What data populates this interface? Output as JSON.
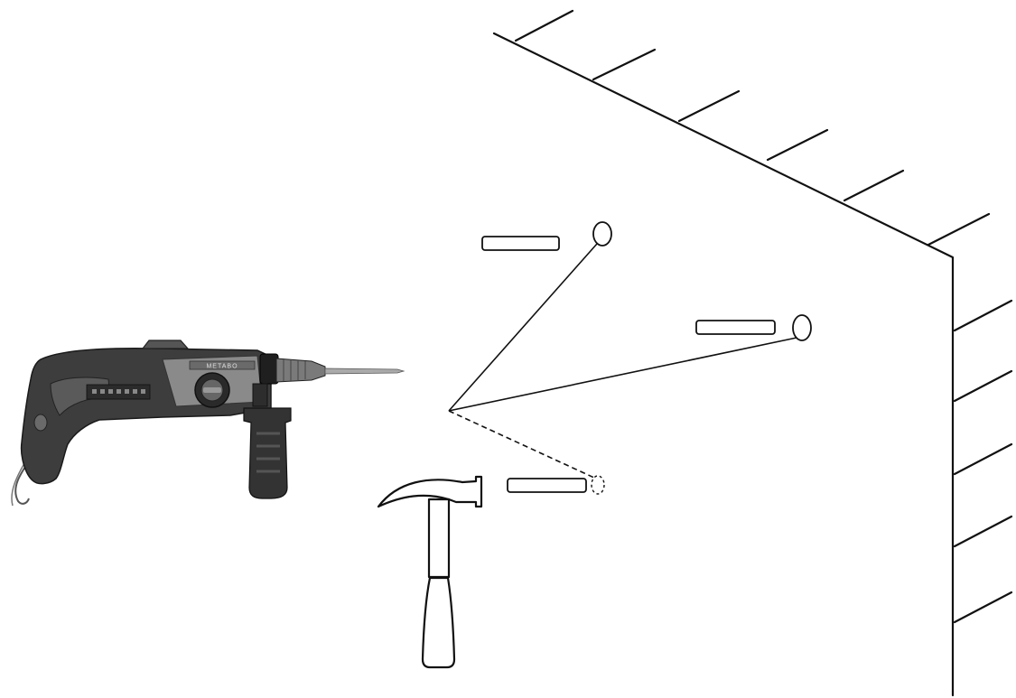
{
  "diagram": {
    "objects": [
      {
        "name": "electric-drill",
        "kind": "impact drill, shown as picture",
        "icon": "drill-icon"
      },
      {
        "name": "hammer",
        "kind": "claw hammer, shown as outline",
        "icon": "hammer-icon"
      },
      {
        "name": "wall",
        "kind": "corner wall with hatching"
      }
    ],
    "anchors": [
      {
        "name": "upper-anchor",
        "state": "inserted",
        "style": "solid"
      },
      {
        "name": "middle-anchor",
        "state": "inserted",
        "style": "solid"
      },
      {
        "name": "lower-anchor",
        "state": "not inserted",
        "style": "dashed"
      }
    ],
    "drill_marking": "METABO"
  },
  "colors": {
    "line": "#111111",
    "drill_body": "#4a4a4a",
    "drill_dark": "#222222",
    "drill_light": "#9a9a9a",
    "background": "#ffffff"
  }
}
